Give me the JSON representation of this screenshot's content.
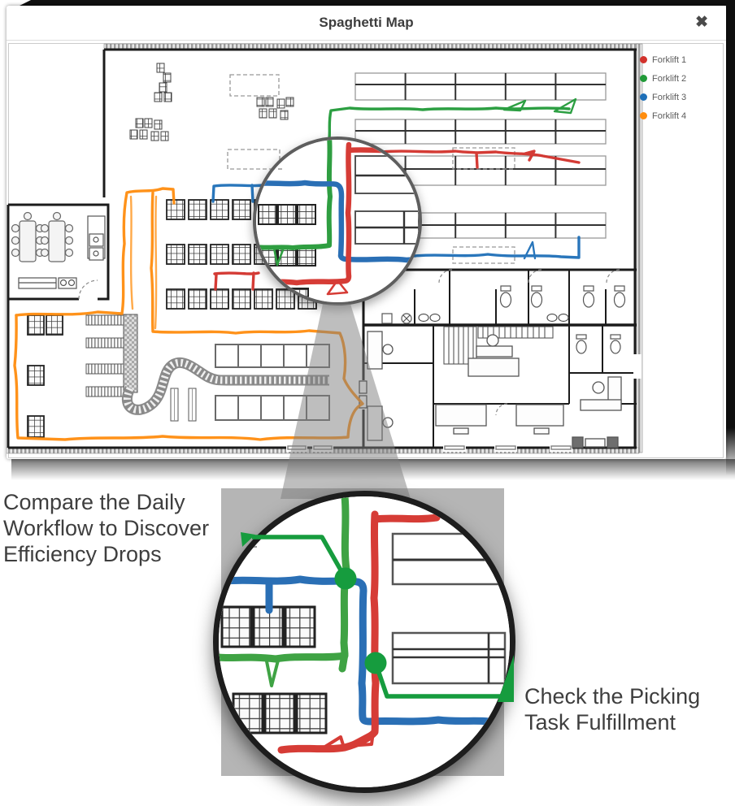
{
  "modal": {
    "title": "Spaghetti Map",
    "close_glyph": "✖"
  },
  "legend": {
    "items": [
      {
        "label": "Forklift 1",
        "color": "#d2312b"
      },
      {
        "label": "Forklift 2",
        "color": "#219a38"
      },
      {
        "label": "Forklift 3",
        "color": "#1e6fb8"
      },
      {
        "label": "Forklift 4",
        "color": "#ff8d0e"
      }
    ]
  },
  "annotations": {
    "left_text": "Compare the Daily\nWorkflow to Discover\nEfficiency Drops",
    "right_text": "Check the Picking\nTask Fulfillment",
    "callout_color": "#169c3e"
  }
}
